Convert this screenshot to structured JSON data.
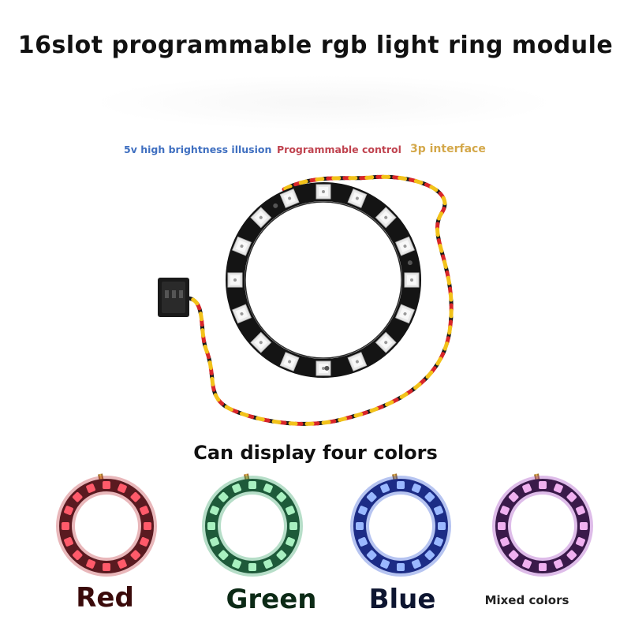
{
  "title": "16slot programmable rgb light ring module",
  "features": [
    "5v high brightness illusion",
    "Programmable control",
    "3p interface"
  ],
  "subtitle": "Can display four colors",
  "variants": [
    {
      "label": "Red",
      "led": "#ff5a6a",
      "glow": "#c0303a",
      "pcb": "#5a1a20"
    },
    {
      "label": "Green",
      "led": "#a8f0c0",
      "glow": "#2ea060",
      "pcb": "#1e5a3a"
    },
    {
      "label": "Blue",
      "led": "#9ab8ff",
      "glow": "#2f55d8",
      "pcb": "#1c2c86"
    },
    {
      "label": "Mixed colors",
      "led": "#f0b0f0",
      "glow": "#a040c0",
      "pcb": "#3a1a4a"
    }
  ],
  "led_count": 16,
  "colors": {
    "wire_red": "#d8262a",
    "wire_yellow": "#f2c21a",
    "wire_black": "#1a1a1a",
    "pcb": "#141414"
  }
}
